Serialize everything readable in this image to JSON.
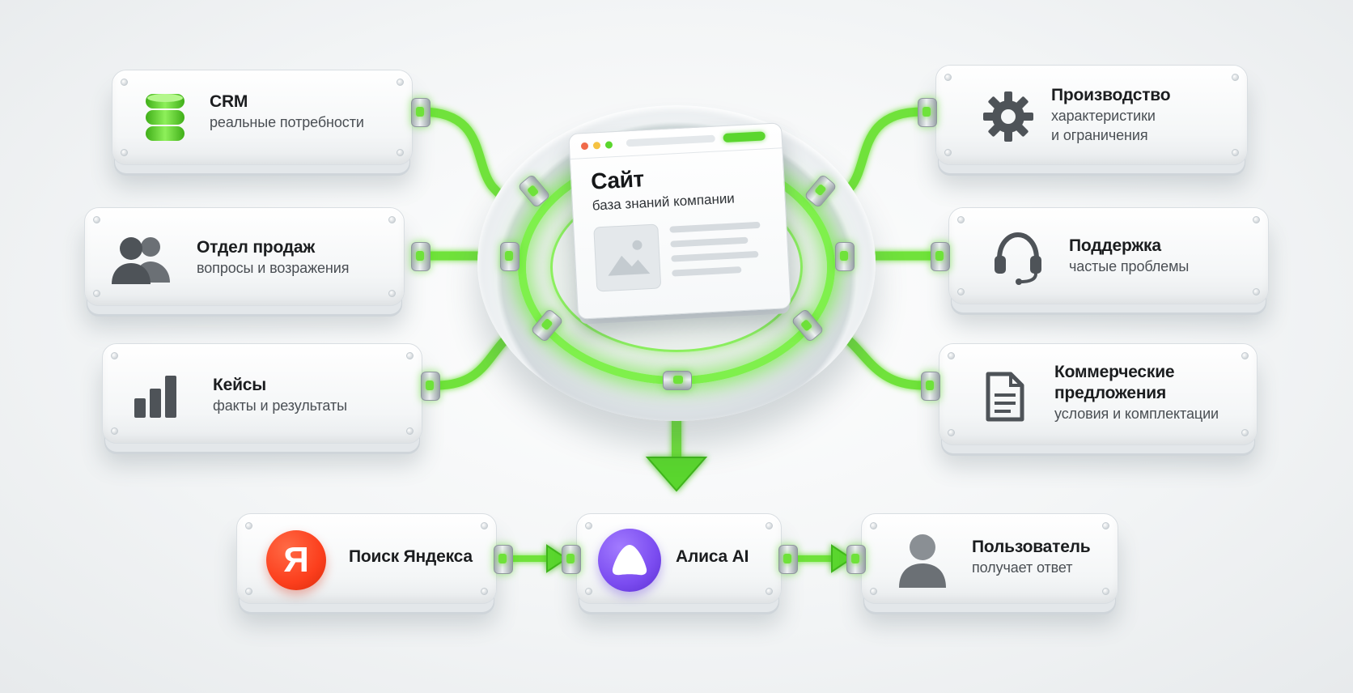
{
  "hub": {
    "title": "Сайт",
    "subtitle": "база знаний компании"
  },
  "sources": [
    {
      "id": "crm",
      "title": "CRM",
      "subtitle": "реальные потребности",
      "icon": "database-icon"
    },
    {
      "id": "sales",
      "title": "Отдел продаж",
      "subtitle": "вопросы и возражения",
      "icon": "users-icon"
    },
    {
      "id": "cases",
      "title": "Кейсы",
      "subtitle": "факты и результаты",
      "icon": "bar-chart-icon"
    },
    {
      "id": "production",
      "title": "Производство",
      "subtitle_lines": [
        "характеристики",
        "и ограничения"
      ],
      "icon": "gear-icon"
    },
    {
      "id": "support",
      "title": "Поддержка",
      "subtitle": "частые проблемы",
      "icon": "headset-icon"
    },
    {
      "id": "offers",
      "title_lines": [
        "Коммерческие",
        "предложения"
      ],
      "subtitle": "условия и комплектации",
      "icon": "document-icon"
    }
  ],
  "flow": [
    {
      "id": "yandex",
      "title": "Поиск Яндекса",
      "icon": "yandex-logo-icon",
      "logo_letter": "Я"
    },
    {
      "id": "alice",
      "title": "Алиса AI",
      "icon": "alice-logo-icon"
    },
    {
      "id": "user",
      "title": "Пользователь",
      "subtitle": "получает ответ",
      "icon": "user-icon"
    }
  ],
  "colors": {
    "accent_green": "#5ad62d",
    "glow_green": "#7ff04c",
    "yandex_red": "#fc3f1d",
    "alice_purple": "#7b4cf0",
    "text_dark": "#1b1d1f",
    "text_muted": "#4a4f54"
  }
}
